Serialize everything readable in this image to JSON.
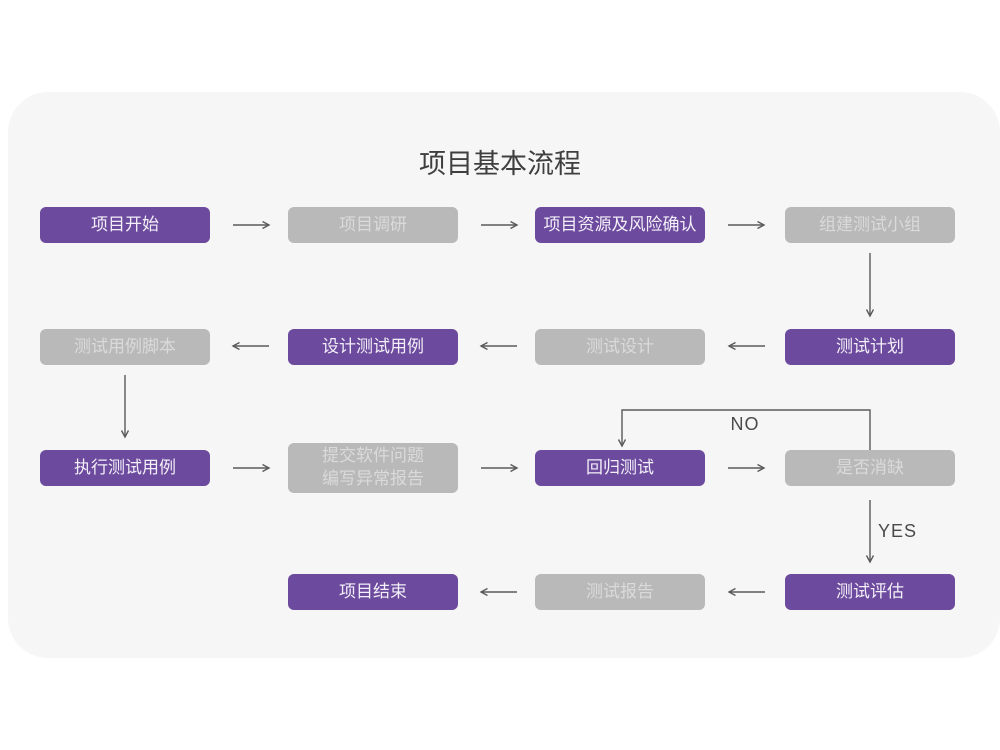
{
  "title": "项目基本流程",
  "edge_labels": {
    "no": "NO",
    "yes": "YES"
  },
  "colors": {
    "node_active": "#6c4a9d",
    "node_active_text": "#f3eff8",
    "node_inactive": "#b9b9b9",
    "node_inactive_text": "#dadada",
    "arrow": "#5a5a5a",
    "canvas_background": "#f6f6f7",
    "page_background": "#ffffff",
    "title_text": "#3f3f3f"
  },
  "nodes": [
    {
      "label": "项目开始",
      "variant": "purple"
    },
    {
      "label": "项目调研",
      "variant": "gray"
    },
    {
      "label": "项目资源及风险确认",
      "variant": "purple"
    },
    {
      "label": "组建测试小组",
      "variant": "gray"
    },
    {
      "label": "测试计划",
      "variant": "purple"
    },
    {
      "label": "测试设计",
      "variant": "gray"
    },
    {
      "label": "设计测试用例",
      "variant": "purple"
    },
    {
      "label": "测试用例脚本",
      "variant": "gray"
    },
    {
      "label": "执行测试用例",
      "variant": "purple"
    },
    {
      "label": "提交软件问题\n编写异常报告",
      "variant": "gray"
    },
    {
      "label": "回归测试",
      "variant": "purple"
    },
    {
      "label": "是否消缺",
      "variant": "gray"
    },
    {
      "label": "测试评估",
      "variant": "purple"
    },
    {
      "label": "测试报告",
      "variant": "gray"
    },
    {
      "label": "项目结束",
      "variant": "purple"
    }
  ],
  "edges": [
    {
      "from": "项目开始",
      "to": "项目调研"
    },
    {
      "from": "项目调研",
      "to": "项目资源及风险确认"
    },
    {
      "from": "项目资源及风险确认",
      "to": "组建测试小组"
    },
    {
      "from": "组建测试小组",
      "to": "测试计划"
    },
    {
      "from": "测试计划",
      "to": "测试设计"
    },
    {
      "from": "测试设计",
      "to": "设计测试用例"
    },
    {
      "from": "设计测试用例",
      "to": "测试用例脚本"
    },
    {
      "from": "测试用例脚本",
      "to": "执行测试用例"
    },
    {
      "from": "执行测试用例",
      "to": "提交软件问题 编写异常报告"
    },
    {
      "from": "提交软件问题 编写异常报告",
      "to": "回归测试"
    },
    {
      "from": "回归测试",
      "to": "是否消缺"
    },
    {
      "from": "是否消缺",
      "to": "回归测试",
      "label": "NO"
    },
    {
      "from": "是否消缺",
      "to": "测试评估",
      "label": "YES"
    },
    {
      "from": "测试评估",
      "to": "测试报告"
    },
    {
      "from": "测试报告",
      "to": "项目结束"
    }
  ]
}
